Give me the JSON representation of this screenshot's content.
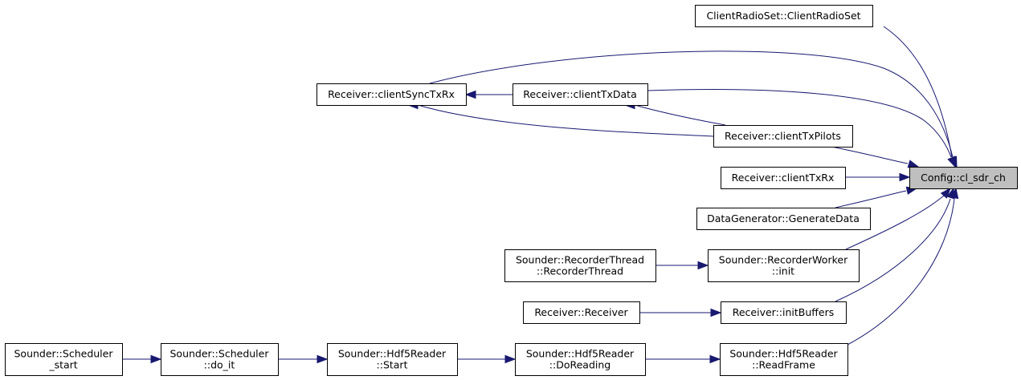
{
  "nodes": [
    {
      "id": "cl_sdr_ch",
      "lines": [
        "Config::cl_sdr_ch"
      ],
      "focus": true
    },
    {
      "id": "client_radio_set",
      "lines": [
        "ClientRadioSet::ClientRadioSet"
      ]
    },
    {
      "id": "client_sync_txrx",
      "lines": [
        "Receiver::clientSyncTxRx"
      ]
    },
    {
      "id": "client_tx_data",
      "lines": [
        "Receiver::clientTxData"
      ]
    },
    {
      "id": "client_tx_pilots",
      "lines": [
        "Receiver::clientTxPilots"
      ]
    },
    {
      "id": "client_txrx",
      "lines": [
        "Receiver::clientTxRx"
      ]
    },
    {
      "id": "generate_data",
      "lines": [
        "DataGenerator::GenerateData"
      ]
    },
    {
      "id": "recorder_thread",
      "lines": [
        "Sounder::RecorderThread",
        "::RecorderThread"
      ]
    },
    {
      "id": "recorder_worker_init",
      "lines": [
        "Sounder::RecorderWorker",
        "::init"
      ]
    },
    {
      "id": "receiver_ctor",
      "lines": [
        "Receiver::Receiver"
      ]
    },
    {
      "id": "init_buffers",
      "lines": [
        "Receiver::initBuffers"
      ]
    },
    {
      "id": "scheduler_start",
      "lines": [
        "Sounder::Scheduler",
        "_start"
      ]
    },
    {
      "id": "scheduler_do_it",
      "lines": [
        "Sounder::Scheduler",
        "::do_it"
      ]
    },
    {
      "id": "hdf5_start",
      "lines": [
        "Sounder::Hdf5Reader",
        "::Start"
      ]
    },
    {
      "id": "hdf5_do_reading",
      "lines": [
        "Sounder::Hdf5Reader",
        "::DoReading"
      ]
    },
    {
      "id": "hdf5_read_frame",
      "lines": [
        "Sounder::Hdf5Reader",
        "::ReadFrame"
      ]
    }
  ],
  "edges": [
    {
      "from": "client_radio_set",
      "to": "cl_sdr_ch"
    },
    {
      "from": "client_sync_txrx",
      "to": "cl_sdr_ch"
    },
    {
      "from": "client_tx_data",
      "to": "cl_sdr_ch"
    },
    {
      "from": "client_tx_pilots",
      "to": "cl_sdr_ch"
    },
    {
      "from": "client_txrx",
      "to": "cl_sdr_ch"
    },
    {
      "from": "generate_data",
      "to": "cl_sdr_ch"
    },
    {
      "from": "recorder_worker_init",
      "to": "cl_sdr_ch"
    },
    {
      "from": "init_buffers",
      "to": "cl_sdr_ch"
    },
    {
      "from": "hdf5_read_frame",
      "to": "cl_sdr_ch"
    },
    {
      "from": "client_tx_data",
      "to": "client_sync_txrx"
    },
    {
      "from": "client_tx_pilots",
      "to": "client_sync_txrx"
    },
    {
      "from": "client_tx_pilots",
      "to": "client_tx_data"
    },
    {
      "from": "recorder_thread",
      "to": "recorder_worker_init"
    },
    {
      "from": "receiver_ctor",
      "to": "init_buffers"
    },
    {
      "from": "scheduler_start",
      "to": "scheduler_do_it"
    },
    {
      "from": "scheduler_do_it",
      "to": "hdf5_start"
    },
    {
      "from": "hdf5_start",
      "to": "hdf5_do_reading"
    },
    {
      "from": "hdf5_do_reading",
      "to": "hdf5_read_frame"
    }
  ],
  "colors": {
    "edge": "#191970",
    "focus_fill": "#bfbfbf",
    "node_fill": "#ffffff",
    "node_border": "#000000"
  }
}
